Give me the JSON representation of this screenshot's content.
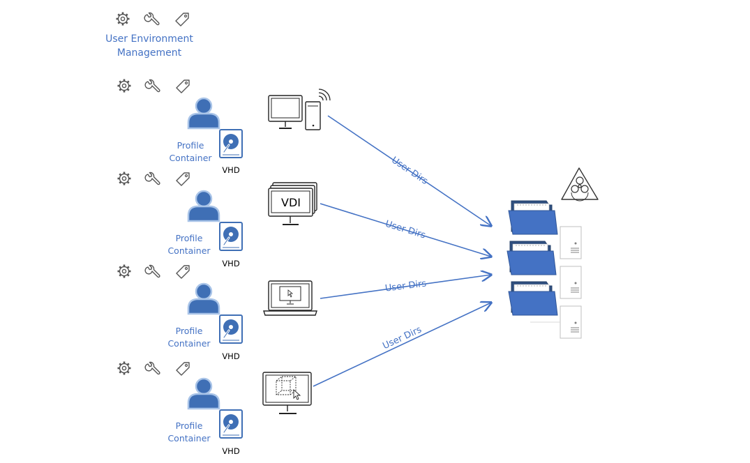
{
  "title_line1": "User Environment",
  "title_line2": "Management",
  "user_rows": [
    {
      "profile_line1": "Profile",
      "profile_line2": "Container",
      "vhd_label": "VHD",
      "device": "desktop-pc",
      "link_label": "User Dirs"
    },
    {
      "profile_line1": "Profile",
      "profile_line2": "Container",
      "vhd_label": "VHD",
      "device": "vdi-monitor",
      "link_label": "User Dirs"
    },
    {
      "profile_line1": "Profile",
      "profile_line2": "Container",
      "vhd_label": "VHD",
      "device": "laptop",
      "link_label": "User Dirs"
    },
    {
      "profile_line1": "Profile",
      "profile_line2": "Container",
      "vhd_label": "VHD",
      "device": "3d-workstation",
      "link_label": "User Dirs"
    }
  ],
  "vdi_text": "VDI",
  "colors": {
    "accent": "#4472c4",
    "person": "#3f6fb5",
    "folder": "#4472c4",
    "line": "#4472c4"
  },
  "icons": [
    "gear-icon",
    "wrench-icon",
    "tag-icon",
    "person-icon",
    "disk-icon",
    "biohazard-icon",
    "folder-icon",
    "server-icon"
  ]
}
